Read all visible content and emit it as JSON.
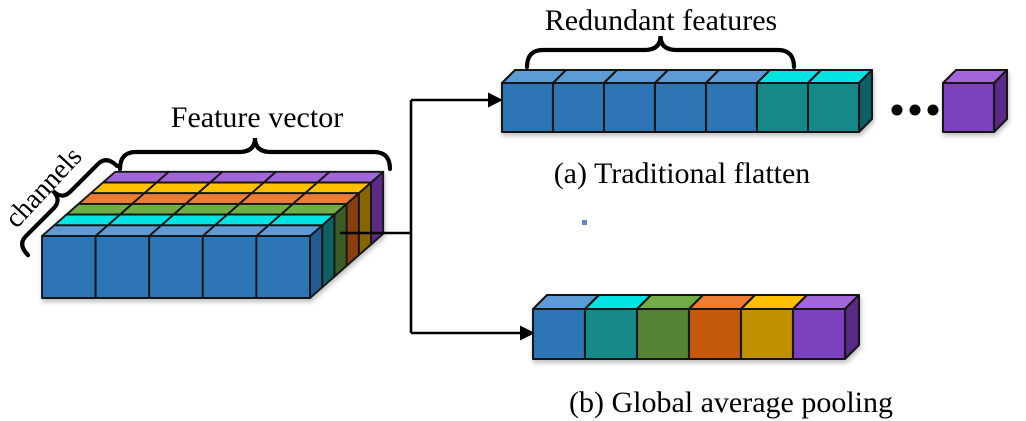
{
  "figure": {
    "labels": {
      "channels": "channels",
      "feature_vector": "Feature vector",
      "redundant_features": "Redundant features",
      "caption_a": "(a) Traditional flatten",
      "caption_b": "(b) Global average pooling"
    },
    "palette": {
      "blue": {
        "front": "#2E75B6",
        "top": "#5B9BD5",
        "side": "#245C8F"
      },
      "teal": {
        "front": "#17898B",
        "top": "#00E3E3",
        "side": "#0B6163"
      },
      "green": {
        "front": "#548235",
        "top": "#70AD47",
        "side": "#3A5B25"
      },
      "orange": {
        "front": "#C55A11",
        "top": "#ED7D31",
        "side": "#8A3E0D"
      },
      "gold": {
        "front": "#BF9000",
        "top": "#FFC000",
        "side": "#876500"
      },
      "purple": {
        "front": "#7D3FBF",
        "top": "#A266D9",
        "side": "#5A2B86"
      }
    },
    "line_color": "#000000",
    "edge_color": "#141414",
    "stray_dot_color": "#4472C4",
    "feature_map": {
      "cols": 5,
      "rows_front_to_back": [
        "blue",
        "teal",
        "green",
        "orange",
        "gold",
        "purple"
      ]
    },
    "flatten_row": {
      "cubes": [
        "blue",
        "blue",
        "blue",
        "blue",
        "blue",
        "teal",
        "teal"
      ],
      "ellipsis_dots": 3,
      "tail_cubes": [
        "purple"
      ]
    },
    "gap_row": {
      "cubes": [
        "blue",
        "teal",
        "green",
        "orange",
        "gold",
        "purple"
      ]
    }
  }
}
